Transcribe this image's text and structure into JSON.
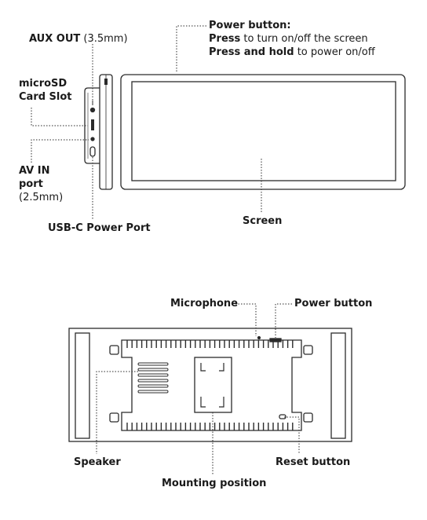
{
  "side_view": {
    "power_button": {
      "title": "Power button:",
      "line1_bold": "Press",
      "line1_rest": " to turn on/off the screen",
      "line2_bold": "Press and hold",
      "line2_rest": " to power on/off"
    },
    "aux_out": {
      "bold": "AUX OUT",
      "rest": " (3.5mm)"
    },
    "microsd": {
      "line1": "microSD",
      "line2": "Card Slot"
    },
    "av_in": {
      "line1": "AV IN",
      "line2": "port",
      "line3": "(2.5mm)"
    },
    "usbc": "USB-C Power Port",
    "screen": "Screen"
  },
  "back_view": {
    "microphone": "Microphone",
    "power_button": "Power button",
    "speaker": "Speaker",
    "reset_button": "Reset button",
    "mounting_position": "Mounting position"
  }
}
